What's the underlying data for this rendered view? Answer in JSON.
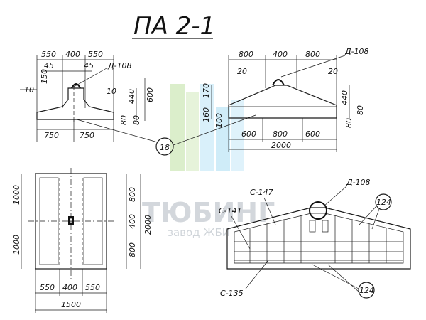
{
  "title": "ПА 2-1",
  "cross_section": {
    "dims_top": [
      "550",
      "400",
      "550"
    ],
    "dims_left": [
      "150",
      "45",
      "45"
    ],
    "dim_left_10": "10",
    "dim_right_10": "10",
    "dims_right": [
      "440",
      "600",
      "80",
      "80"
    ],
    "dims_bottom": [
      "750",
      "750"
    ],
    "loop_label": "Д-108"
  },
  "side_elevation": {
    "dims_top": [
      "800",
      "400",
      "800"
    ],
    "dim_20_left": "20",
    "dim_20_right": "20",
    "dims_left": [
      "170",
      "160",
      "100"
    ],
    "dims_right": [
      "440",
      "80",
      "80"
    ],
    "dims_bottom": [
      "600",
      "800",
      "600"
    ],
    "total_length": "2000",
    "loop_label": "Д-108",
    "callout": "18"
  },
  "plan": {
    "dims_left": [
      "1000",
      "1000"
    ],
    "dims_right": [
      "800",
      "400",
      "800"
    ],
    "total_right": "2000",
    "dims_bottom": [
      "550",
      "400",
      "550"
    ],
    "total_bottom": "1500"
  },
  "reinforcement": {
    "loop_label": "Д-108",
    "labels": [
      "С-147",
      "С-141",
      "С-135"
    ],
    "callout_top": "124",
    "callout_bottom": "124"
  },
  "watermark": {
    "brand": "ТЮБИНГ",
    "subtitle": "завод ЖБИ",
    "colors": [
      "#7dc242",
      "#3bb3e4"
    ]
  }
}
